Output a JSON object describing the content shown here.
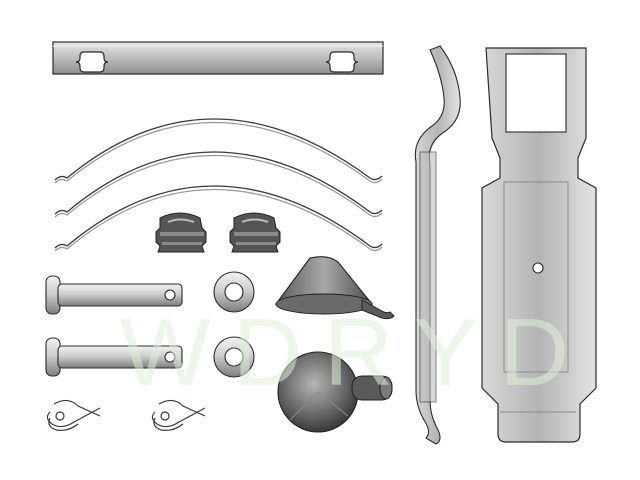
{
  "image": {
    "description_type": "product-parts-kit",
    "background_color": "#ffffff",
    "part_fill_light": "#c9c9c9",
    "part_fill_mid": "#9a9a9a",
    "part_fill_dark": "#4a4a4a",
    "outline_color": "#2b2b2b"
  },
  "watermark": {
    "text": "WDRYD",
    "color": "#dff0d8"
  },
  "parts": [
    {
      "name": "anti-rattle-plate"
    },
    {
      "name": "wire-spring-1"
    },
    {
      "name": "wire-spring-2"
    },
    {
      "name": "wire-spring-3"
    },
    {
      "name": "dust-boot-1"
    },
    {
      "name": "dust-boot-2"
    },
    {
      "name": "clevis-pin-1"
    },
    {
      "name": "clevis-pin-2"
    },
    {
      "name": "flat-washer-1"
    },
    {
      "name": "flat-washer-2"
    },
    {
      "name": "rubber-cap-cone"
    },
    {
      "name": "rubber-cap-dome"
    },
    {
      "name": "r-clip-1"
    },
    {
      "name": "r-clip-2"
    },
    {
      "name": "bent-spring-strip"
    },
    {
      "name": "abutment-clip"
    }
  ]
}
